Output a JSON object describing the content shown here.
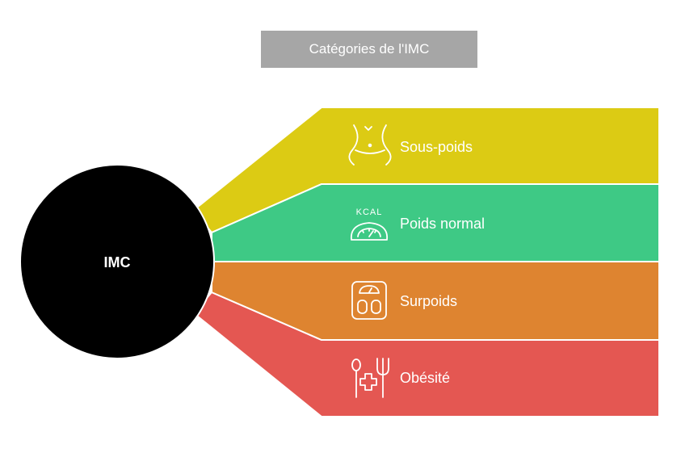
{
  "title": "Catégories de l'IMC",
  "center": {
    "label": "IMC",
    "color": "#000000"
  },
  "categories": [
    {
      "label": "Sous-poids",
      "color": "#dccb14",
      "icon": "waist-icon"
    },
    {
      "label": "Poids normal",
      "color": "#3ec985",
      "icon": "kcal-scale-icon"
    },
    {
      "label": "Surpoids",
      "color": "#de8430",
      "icon": "bathroom-scale-icon"
    },
    {
      "label": "Obésité",
      "color": "#e45752",
      "icon": "diet-medical-icon"
    }
  ],
  "kcal_text": "KCAL"
}
